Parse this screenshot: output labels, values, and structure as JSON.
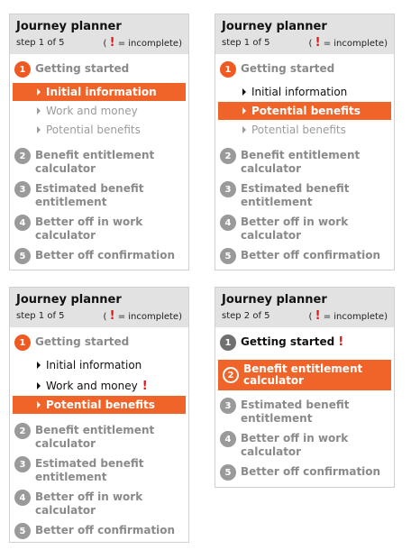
{
  "header": {
    "title": "Journey planner",
    "incomplete_mark": "!",
    "incomplete_legend": "= incomplete)",
    "legend_open": "("
  },
  "panels": [
    {
      "step_text": "step 1 of 5"
    },
    {
      "step_text": "step 1 of 5"
    },
    {
      "step_text": "step 1 of 5"
    },
    {
      "step_text": "step 2 of 5"
    }
  ],
  "steps": {
    "n1": "1",
    "n2": "2",
    "n3": "3",
    "n4": "4",
    "n5": "5",
    "s1": "Getting started",
    "s2_l1": "Benefit entitlement",
    "s2_l2": "calculator",
    "s3_l1": "Estimated benefit",
    "s3_l2": "entitlement",
    "s4_l1": "Better off in work",
    "s4_l2": "calculator",
    "s5": "Better off confirmation"
  },
  "subs": {
    "initial": "Initial information",
    "work": "Work and money",
    "potential": "Potential benefits"
  },
  "colors": {
    "accent": "#f0642a",
    "warn": "#dd1a1a",
    "inactive": "#9a9a9a"
  }
}
